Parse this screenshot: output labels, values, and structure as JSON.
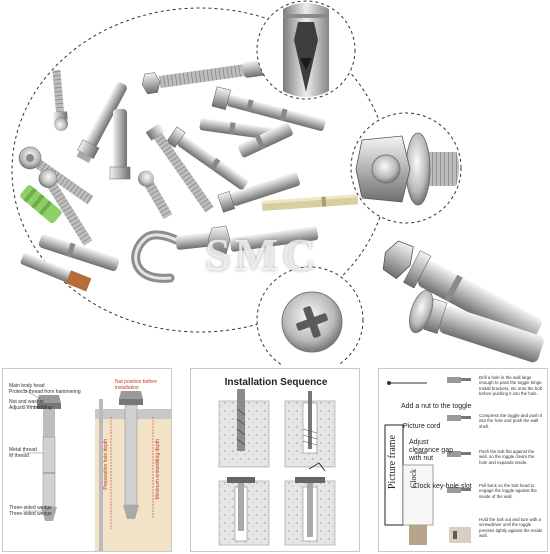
{
  "watermark": "SMC",
  "panel1": {
    "labels": [
      "Main body head",
      "Protects thread from hammering",
      "Nut and washer",
      "Adjusts embedding",
      "Metal thread",
      "M thread",
      "Three-sided wedge",
      "Three-sided wedge"
    ],
    "red_labels": [
      "Nut position before installation",
      "Preparation hole depth",
      "Minimum embedding depth"
    ]
  },
  "panel2": {
    "title": "Installation Sequence"
  },
  "panel3": {
    "label_nut": "Add a nut to the toggle",
    "label_cord": "Picture cord",
    "label_adjust": "Adjust clearance gap with nut",
    "label_slot": "Clock key-hole slot",
    "frame_text": "Picture frame",
    "clock_text": "Clock",
    "notes": [
      "Drill a hole in the wall large enough to pass the toggle hinge. Install brackets, etc onto the bolt before pushing it into the hole.",
      "Compress the toggle and push it into the hole and push the wall shell.",
      "Push the bolt flat against the wall, so the toggle clears the hole and expands inside.",
      "Pull back on the bolt head to engage the toggle against the inside of the wall.",
      "Hold the bolt out and turn with a screwdriver until the toggle presses tightly against the inside wall."
    ]
  }
}
